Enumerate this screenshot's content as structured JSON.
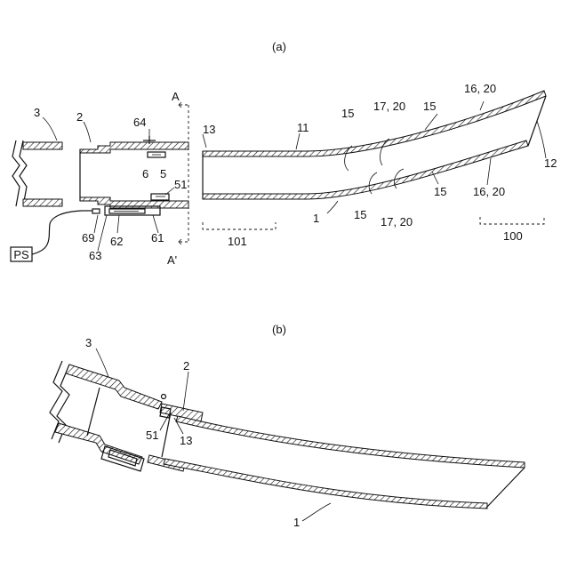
{
  "panel_a": {
    "caption": "(a)",
    "section_marker_top": "A",
    "section_marker_bottom": "A'",
    "labels": {
      "l3": "3",
      "l2": "2",
      "l64": "64",
      "l6": "6",
      "l5": "5",
      "l51": "51",
      "l13": "13",
      "l11": "11",
      "l15a": "15",
      "l1720a": "17, 20",
      "l15b": "15",
      "l1620a": "16, 20",
      "l12": "12",
      "l1": "1",
      "l15c": "15",
      "l1720b": "17, 20",
      "l15d": "15",
      "l1620b": "16, 20",
      "l69": "69",
      "l62": "62",
      "l61": "61",
      "l63": "63",
      "l101": "101",
      "l100": "100",
      "ps": "PS"
    }
  },
  "panel_b": {
    "caption": "(b)",
    "labels": {
      "l3": "3",
      "l2": "2",
      "l51": "51",
      "l13": "13",
      "l1": "1"
    }
  }
}
